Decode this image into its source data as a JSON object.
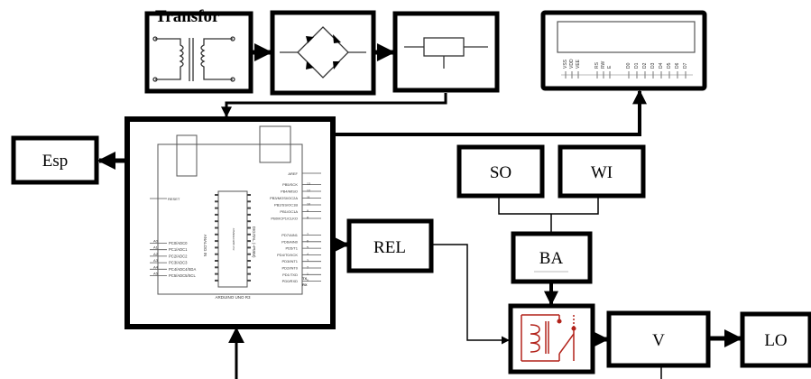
{
  "labels": {
    "transformer": "Transfor",
    "esp": "Esp",
    "relay": "REL",
    "solar": "SO",
    "wind": "WI",
    "battery": "BA",
    "voltage": "V",
    "load": "LO"
  },
  "lcd": {
    "pins": [
      "VSS",
      "VDD",
      "VEE",
      "RS",
      "RW",
      "E",
      "D0",
      "D1",
      "D2",
      "D3",
      "D4",
      "D5",
      "D6",
      "D7"
    ]
  },
  "arduino": {
    "aref": "AREF",
    "reset": "RESET",
    "analog_label": "ANALOG IN",
    "digital_label": "DIGITAL (~PWM)",
    "board_name": "ARDUINO UNO R3",
    "chip_label": "ATMEGA328P-PU",
    "left_pins": [
      "PC0/ADC0",
      "PC1/ADC1",
      "PC2/ADC2",
      "PC3/ADC3",
      "PC4/ADC4/SDA",
      "PC5/ADC5/SCL"
    ],
    "left_nums": [
      "A0",
      "A1",
      "A2",
      "A3",
      "A4",
      "A5"
    ],
    "right_pins_top": [
      "PB5/SCK",
      "PB4/MISO",
      "PB3/MOSI/OC2A",
      "PB2/SS/OC1B",
      "PB1/OC1A",
      "PB0/ICP1/CLKO"
    ],
    "right_nums_top": [
      "13",
      "12",
      "11",
      "10",
      "9",
      "8"
    ],
    "right_pins_bottom": [
      "PD7/AIN1",
      "PD6/AIN0",
      "PD5/T1",
      "PD4/T0/XCK",
      "PD3/INT1",
      "PD2/INT0",
      "PD1/TXD",
      "PD0/RXD"
    ],
    "right_nums_bottom": [
      "7",
      "6",
      "5",
      "4",
      "3",
      "2",
      "1",
      "0"
    ],
    "tx": "TX",
    "rx": "RX"
  }
}
